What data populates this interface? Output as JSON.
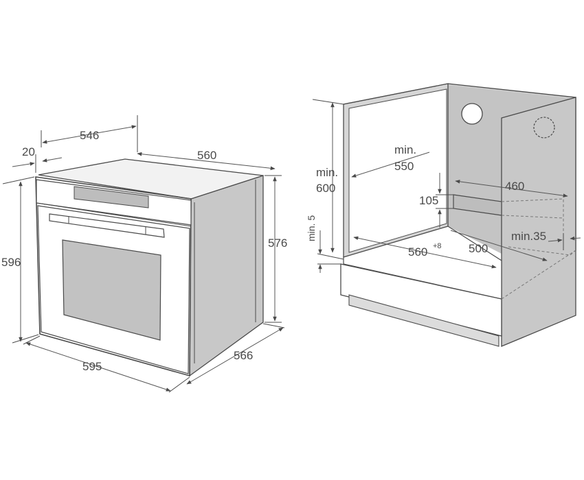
{
  "colors": {
    "outline": "#4a4a4a",
    "cabinet_fill": "#cfcfcf",
    "cabinet_inner": "#bdbdbd",
    "oven_front": "#ffffff",
    "oven_side": "#c8c8c8",
    "window": "#c2c2c2"
  },
  "oven_dimensions": {
    "depth_body": "546",
    "front_protrusion": "20",
    "width_body": "560",
    "height_total": "596",
    "height_body": "576",
    "width_front": "595",
    "depth_total": "566"
  },
  "cabinet_dimensions": {
    "min_depth_label_1": "min.",
    "min_depth_value": "550",
    "min_height_label_1": "min.",
    "min_height_value": "600",
    "min_gap_label": "min. 5",
    "vent_width": "460",
    "vent_height": "105",
    "opening_width_value": "560",
    "opening_width_tolerance": "+8",
    "opening_depth": "500",
    "min_side": "min.35"
  }
}
